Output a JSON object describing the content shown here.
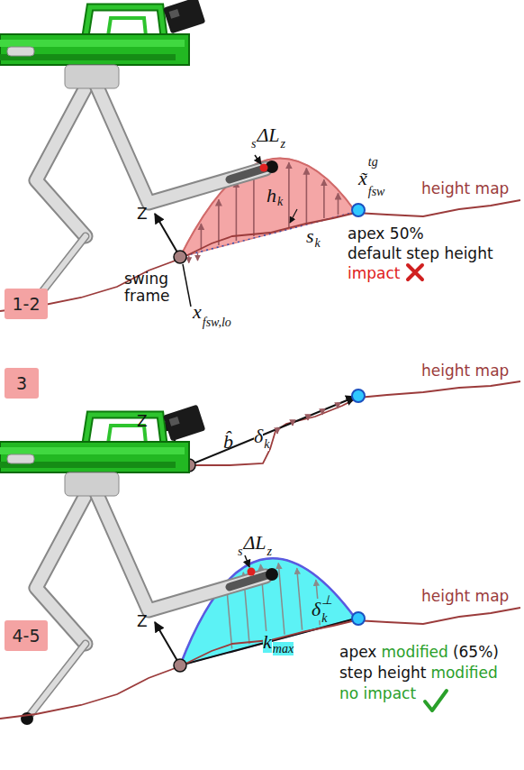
{
  "diagram": {
    "nodes": [
      {
        "text": [
          "1-2"
        ]
      },
      {
        "text": [
          "3"
        ]
      },
      {
        "text": [
          "4-5"
        ]
      }
    ],
    "labels": [
      "Z",
      "swing frame",
      "x",
      "fsw,lo",
      "s",
      "ΔL",
      "z",
      "h",
      "k",
      "s",
      "k",
      "x̃",
      "tg",
      "fsw",
      "height map",
      "apex 50%",
      "default step height",
      "impact",
      "height map",
      "Z",
      "b̂",
      "δ",
      "k",
      "s",
      "ΔL",
      "z",
      "Z",
      "height map",
      "k",
      "max",
      "δ",
      "⊥",
      "k",
      "apex",
      "modified",
      "(65%)",
      "step height",
      "modified",
      "no impact"
    ]
  }
}
